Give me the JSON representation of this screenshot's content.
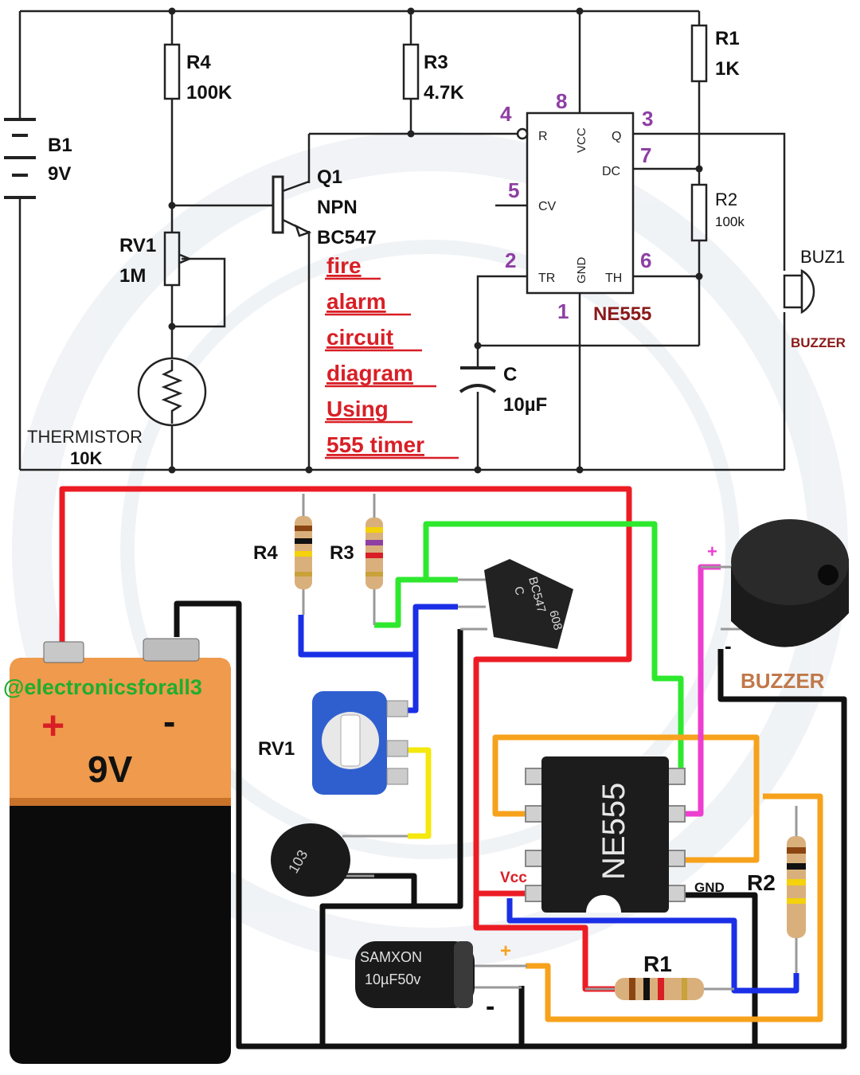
{
  "schematic": {
    "title_lines": [
      "fire",
      "alarm",
      "circuit",
      "diagram",
      "Using",
      "555 timer"
    ],
    "battery": {
      "ref": "B1",
      "value": "9V"
    },
    "r4": {
      "ref": "R4",
      "value": "100K"
    },
    "r3": {
      "ref": "R3",
      "value": "4.7K"
    },
    "r1": {
      "ref": "R1",
      "value": "1K"
    },
    "r2": {
      "ref": "R2",
      "value": "100k"
    },
    "rv1": {
      "ref": "RV1",
      "value": "1M"
    },
    "q1": {
      "ref": "Q1",
      "type": "NPN",
      "part": "BC547"
    },
    "thermistor": {
      "label": "THERMISTOR",
      "value": "10K"
    },
    "capacitor": {
      "ref": "C",
      "value": "10µF"
    },
    "ic": {
      "name": "NE555",
      "pins": {
        "r": "R",
        "vcc": "VCC",
        "q": "Q",
        "dc": "DC",
        "cv": "CV",
        "tr": "TR",
        "gnd": "GND",
        "th": "TH"
      },
      "pin_numbers": {
        "r": "4",
        "vcc": "8",
        "q": "3",
        "dc": "7",
        "cv": "5",
        "tr": "2",
        "gnd": "1",
        "th": "6"
      }
    },
    "buzzer": {
      "ref": "BUZ1",
      "label": "BUZZER"
    }
  },
  "breadboard": {
    "handle": "@electronicsforall3",
    "battery": {
      "value": "9V",
      "plus": "+",
      "minus": "-"
    },
    "r4_label": "R4",
    "r3_label": "R3",
    "transistor_marking": [
      "608",
      "BC547",
      "C"
    ],
    "rv1_label": "RV1",
    "thermistor_marking": "103",
    "ic_marking": "NE555",
    "vcc_label": "Vcc",
    "gnd_label": "GND",
    "r2_label": "R2",
    "r1_label": "R1",
    "capacitor_marking": [
      "SAMXON",
      "10µF50v"
    ],
    "cap_plus": "+",
    "cap_minus": "-",
    "buzzer_label": "BUZZER",
    "buzzer_plus": "+",
    "buzzer_minus": "-"
  },
  "colors": {
    "red_wire": "#ec1c24",
    "green_wire": "#2ee82e",
    "blue_wire": "#1a2fe6",
    "yellow_wire": "#f4e80c",
    "orange_wire": "#f7a21c",
    "pink_wire": "#ec3fd0",
    "black_wire": "#111111",
    "pin_number": "#8e3fa3",
    "title": "#d81f26"
  }
}
